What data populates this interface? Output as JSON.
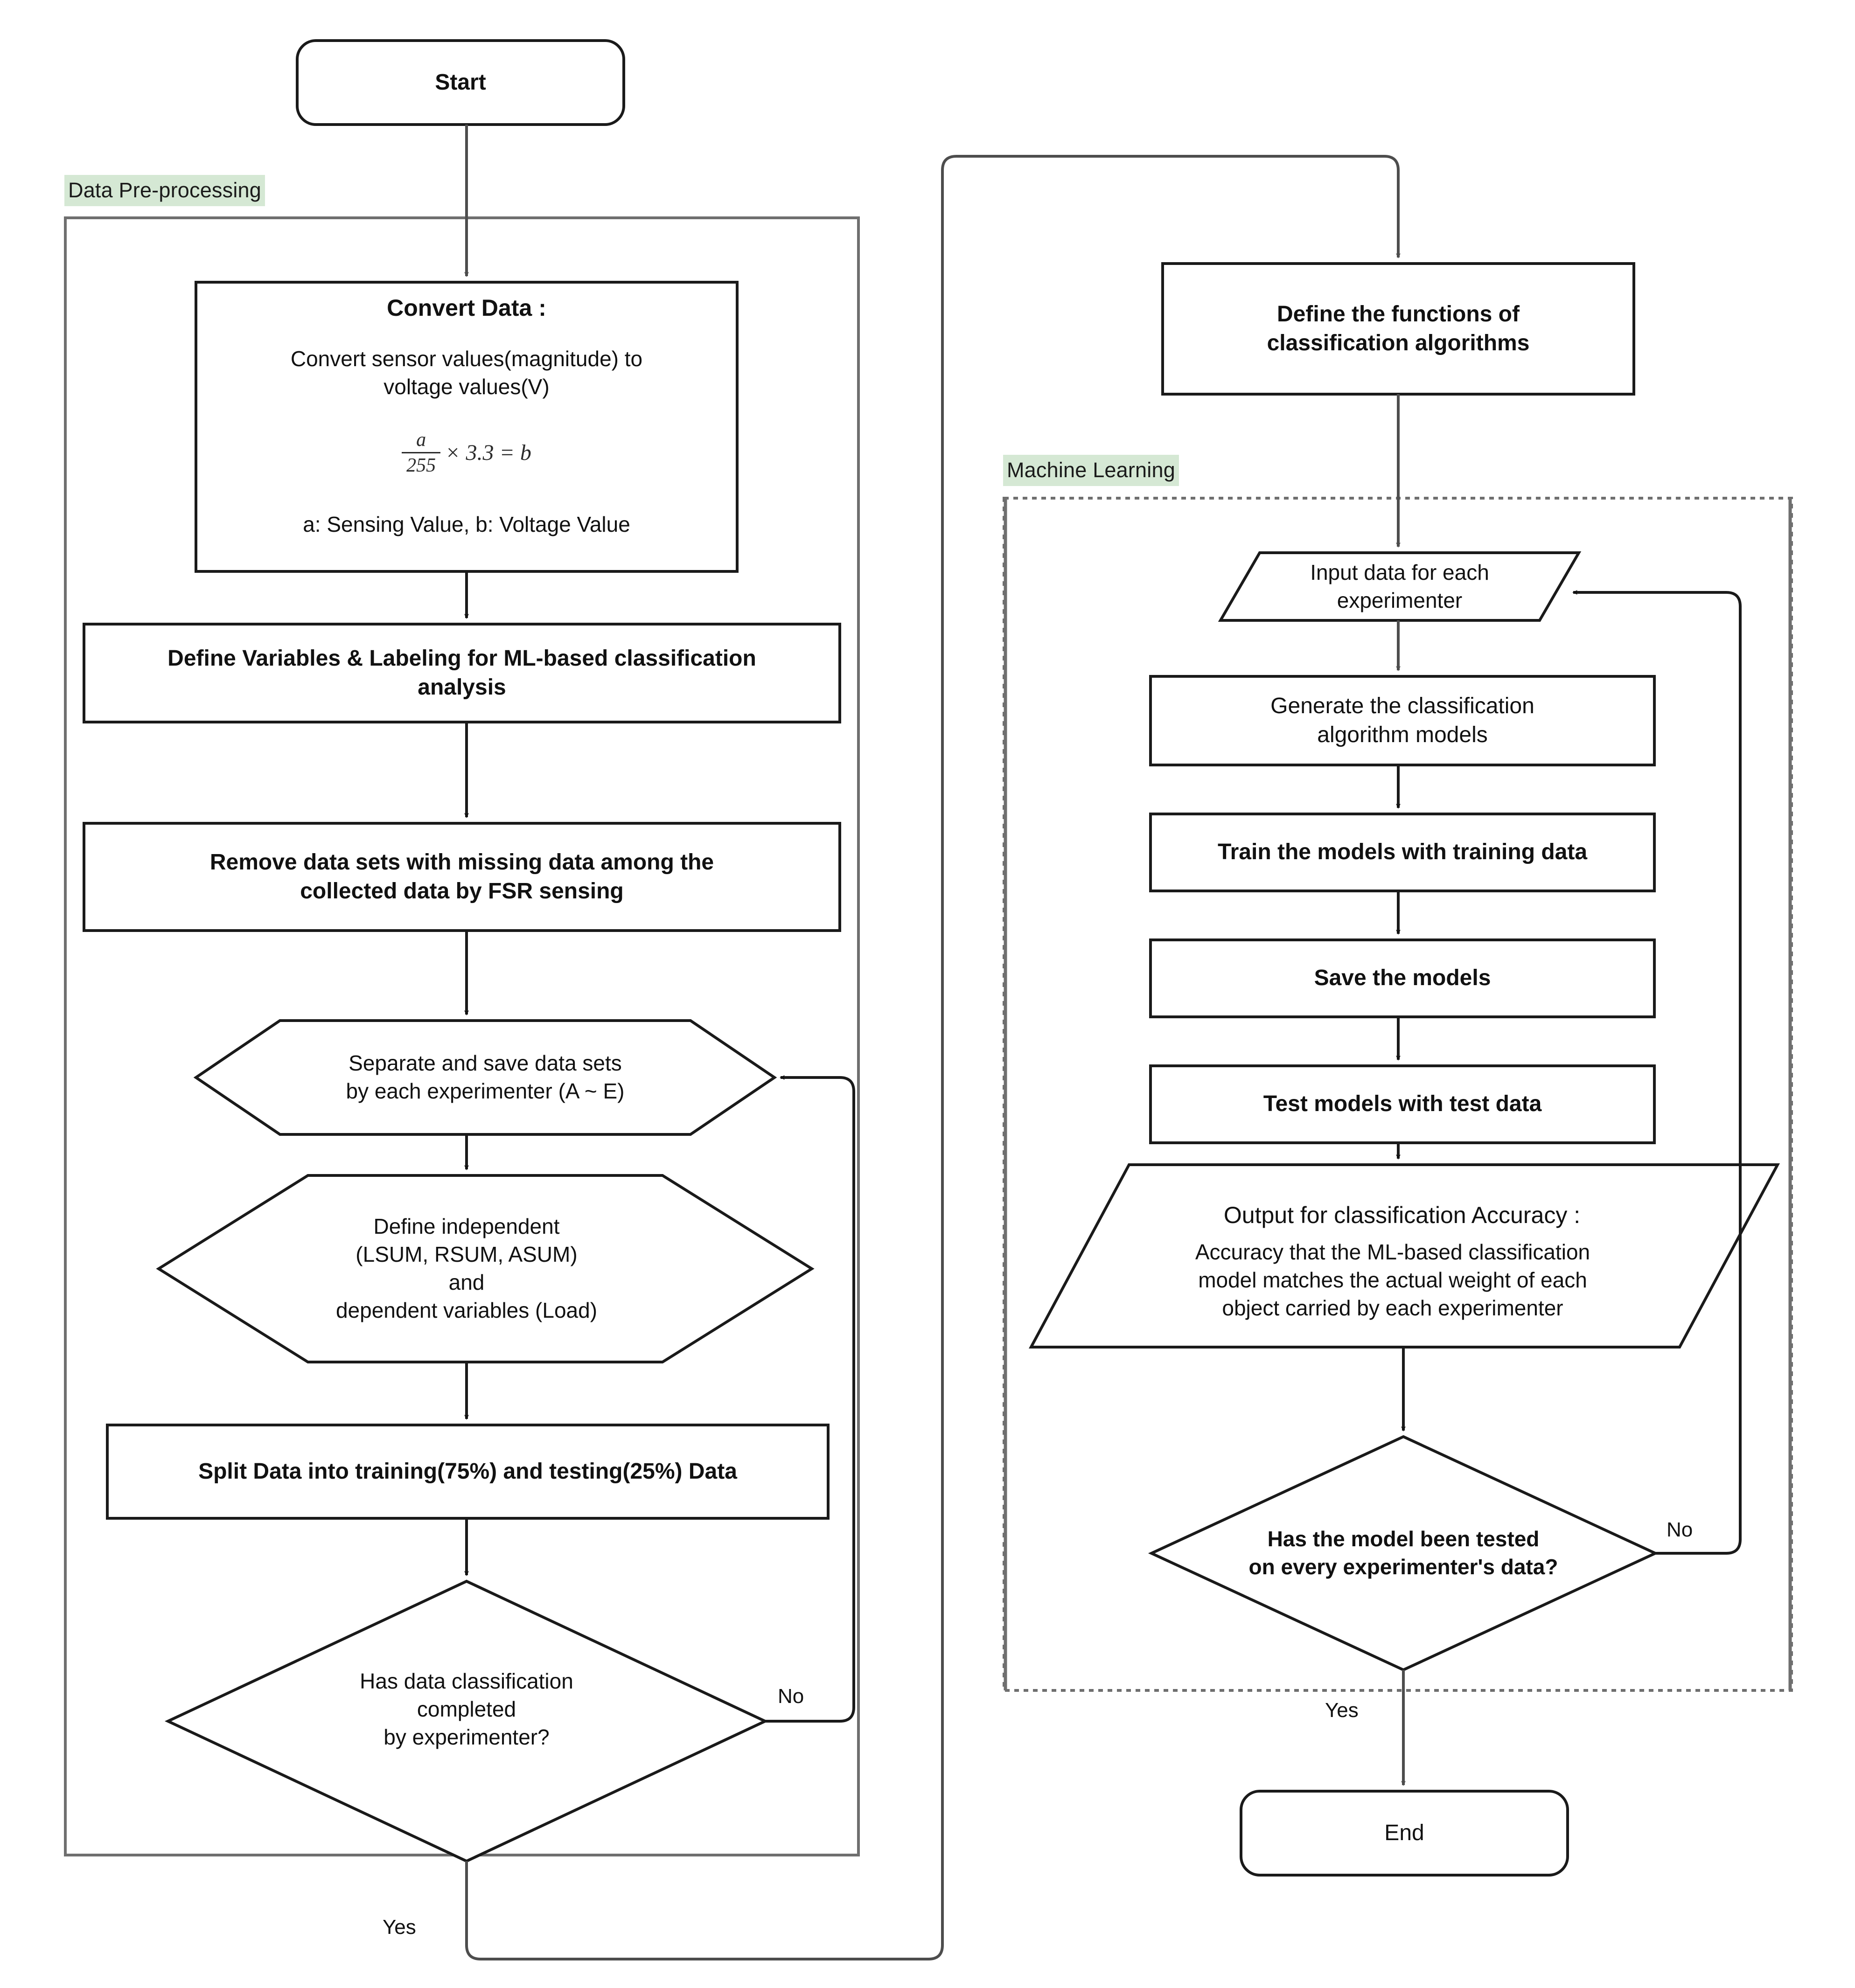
{
  "diagram": {
    "type": "flowchart",
    "groups": [
      {
        "id": "data-pre-processing",
        "label": "Data Pre-processing",
        "color": "#d5e8d4"
      },
      {
        "id": "machine-learning",
        "label": "Machine Learning",
        "color": "#d5e8d4"
      }
    ],
    "nodes": {
      "start": {
        "label": "Start",
        "shape": "terminator"
      },
      "convert_data": {
        "shape": "process",
        "title": "Convert Data :",
        "body": "Convert sensor values(magnitude) to\nvoltage values(V)",
        "formula_numerator": "a",
        "formula_denominator": "255",
        "formula_rest": "× 3.3 = b",
        "legend": "a: Sensing Value, b: Voltage Value"
      },
      "define_variables": {
        "shape": "process",
        "label": "Define Variables & Labeling for ML-based classification\nanalysis"
      },
      "remove_missing": {
        "shape": "process",
        "label": "Remove data sets with missing data among the\ncollected data by FSR sensing"
      },
      "separate_save": {
        "shape": "hexagon",
        "label": "Separate and save data sets\nby each experimenter (A ~ E)"
      },
      "define_indep_dep": {
        "shape": "hexagon",
        "label": "Define independent\n(LSUM, RSUM, ASUM)\nand\ndependent variables (Load)"
      },
      "split_data": {
        "shape": "process",
        "label": "Split Data into training(75%) and testing(25%) Data"
      },
      "has_data_classification": {
        "shape": "decision",
        "label": "Has data classification\ncompleted\nby experimenter?"
      },
      "define_functions": {
        "shape": "process",
        "label": "Define the functions of\nclassification algorithms"
      },
      "input_data": {
        "shape": "parallelogram",
        "label": "Input data for each\nexperimenter"
      },
      "generate_models": {
        "shape": "process",
        "label": "Generate the classification\nalgorithm models"
      },
      "train_models": {
        "shape": "process",
        "label": "Train the models with training data"
      },
      "save_models": {
        "shape": "process",
        "label": "Save the models"
      },
      "test_models": {
        "shape": "process",
        "label": "Test models with test data"
      },
      "output_accuracy": {
        "shape": "parallelogram",
        "title": "Output for classification Accuracy :",
        "body": "Accuracy that the ML-based classification\nmodel matches the actual weight of each\nobject carried by each experimenter"
      },
      "has_model_tested": {
        "shape": "decision",
        "label": "Has the model been tested\non every experimenter's data?"
      },
      "end": {
        "label": "End",
        "shape": "terminator"
      }
    },
    "edge_labels": {
      "left_decision_no": "No",
      "left_decision_yes": "Yes",
      "right_decision_no": "No",
      "right_decision_yes": "Yes"
    }
  }
}
